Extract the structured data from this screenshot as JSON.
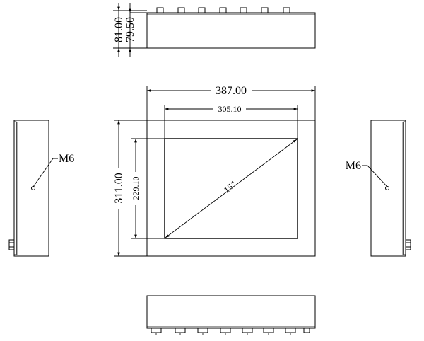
{
  "dimensions": {
    "top_height_outer": "81.00",
    "top_height_inner": "79.50",
    "front_width": "387.00",
    "screen_width": "305.10",
    "front_height": "311.00",
    "screen_height": "229.10",
    "diagonal": "15\""
  },
  "callouts": {
    "left_screw": "M6",
    "right_screw": "M6"
  },
  "colors": {
    "line": "#000000",
    "background": "#ffffff"
  }
}
